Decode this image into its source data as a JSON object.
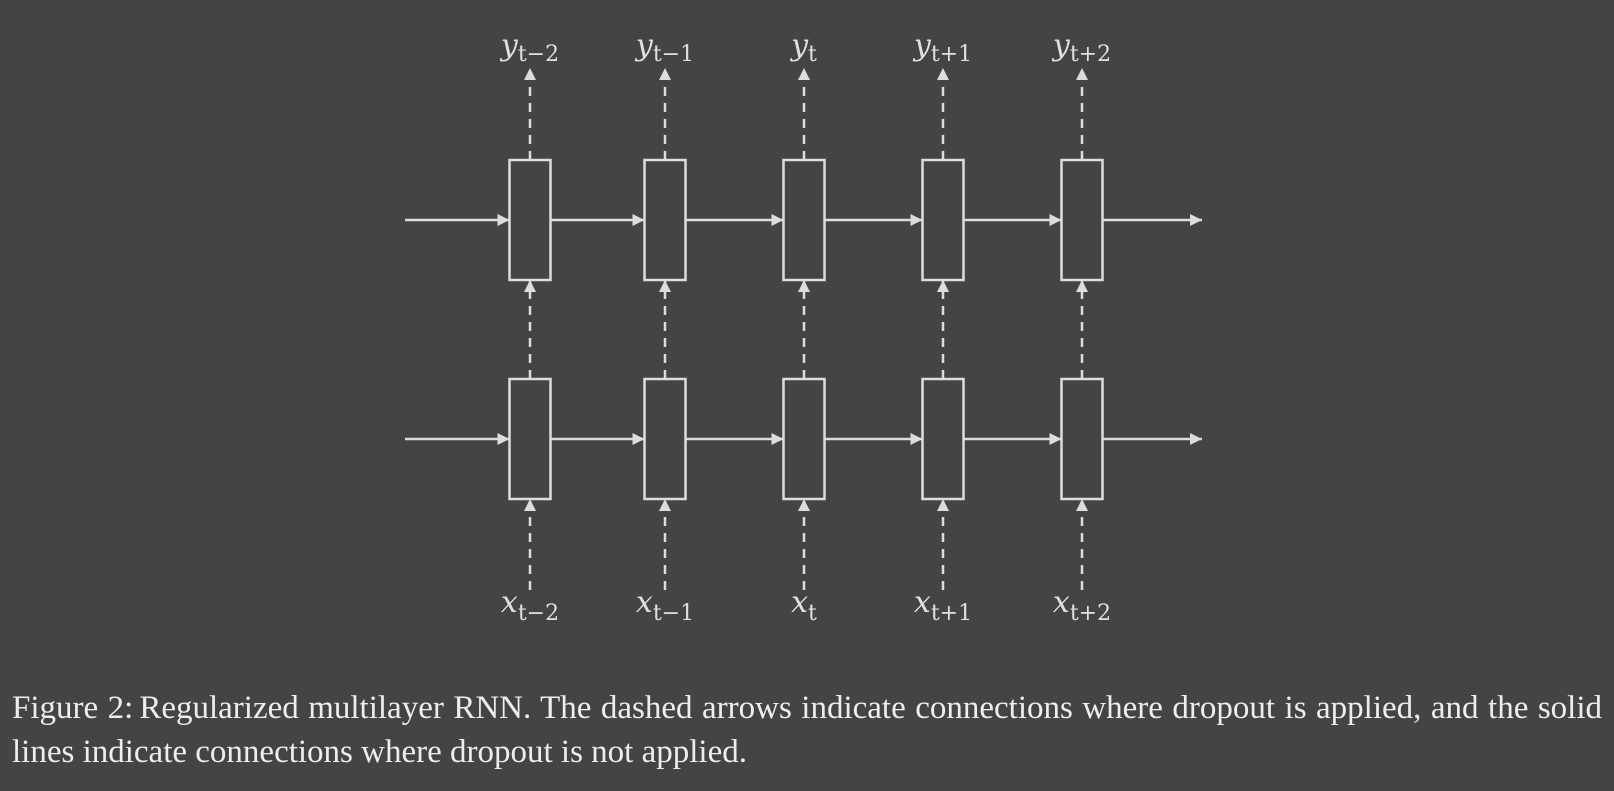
{
  "diagram": {
    "outputs": [
      {
        "base": "y",
        "sub": "t−2"
      },
      {
        "base": "y",
        "sub": "t−1"
      },
      {
        "base": "y",
        "sub": "t"
      },
      {
        "base": "y",
        "sub": "t+1"
      },
      {
        "base": "y",
        "sub": "t+2"
      }
    ],
    "inputs": [
      {
        "base": "x",
        "sub": "t−2"
      },
      {
        "base": "x",
        "sub": "t−1"
      },
      {
        "base": "x",
        "sub": "t"
      },
      {
        "base": "x",
        "sub": "t+1"
      },
      {
        "base": "x",
        "sub": "t+2"
      }
    ],
    "layers": 2,
    "connection_styles": {
      "dropout": "dashed",
      "no_dropout": "solid"
    },
    "colors": {
      "background": "#444444",
      "stroke": "#dddddd",
      "text": "#e0e0e0"
    }
  },
  "caption": {
    "label": "Figure 2:",
    "text": "Regularized multilayer RNN. The dashed arrows indicate connections where dropout is applied, and the solid lines indicate connections where dropout is not applied."
  }
}
